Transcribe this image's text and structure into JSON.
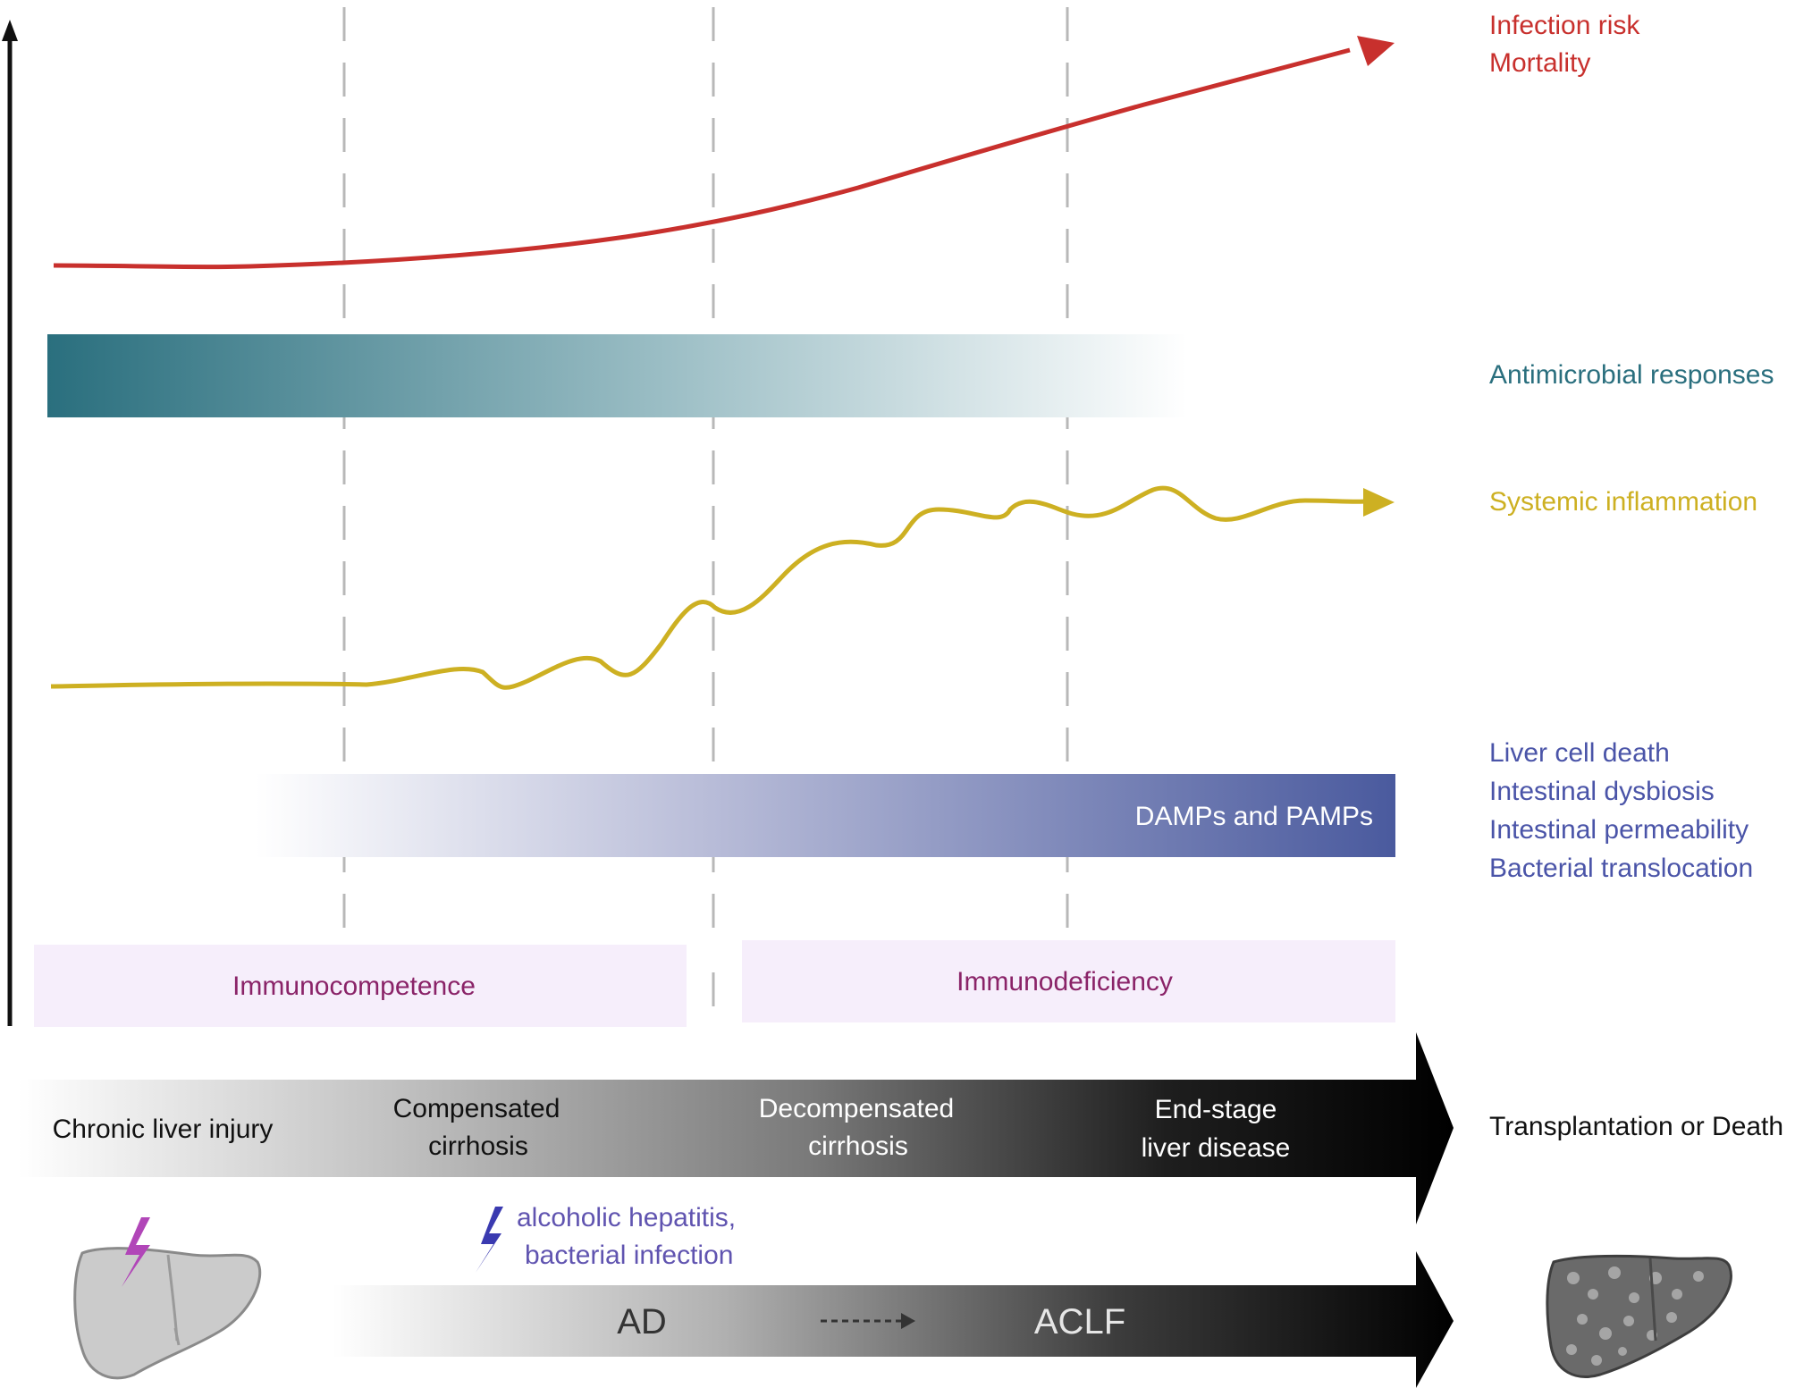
{
  "colors": {
    "red": "#c8302d",
    "teal": "#2a6f7e",
    "gold": "#cdb022",
    "navy": "#3f4e96",
    "purple_text": "#8a2368",
    "pale_lilac": "#f6eefb",
    "text_blue": "#4a54a8",
    "ah_text": "#6054b0"
  },
  "right_labels": {
    "risk_line1": "Infection risk",
    "risk_line2": "Mortality",
    "antimicrobial": "Antimicrobial responses",
    "inflammation": "Systemic inflammation",
    "drivers": [
      "Liver cell death",
      "Intestinal dysbiosis",
      "Intestinal permeability",
      "Bacterial translocation"
    ]
  },
  "bars": {
    "damps_label": "DAMPs and PAMPs"
  },
  "immune": {
    "left": "Immunocompetence",
    "right": "Immunodeficiency"
  },
  "stages": {
    "s1": "Chronic liver injury",
    "s2_line1": "Compensated",
    "s2_line2": "cirrhosis",
    "s3_line1": "Decompensated",
    "s3_line2": "cirrhosis",
    "s4_line1": "End-stage",
    "s4_line2": "liver disease",
    "outcome": "Transplantation or Death"
  },
  "triggers": {
    "line1": "alcoholic hepatitis,",
    "line2": "bacterial infection"
  },
  "acute": {
    "ad": "AD",
    "aclf": "ACLF"
  },
  "icons": [
    "lightning-bolt-icon",
    "healthy-liver-icon",
    "cirrhotic-liver-icon"
  ]
}
